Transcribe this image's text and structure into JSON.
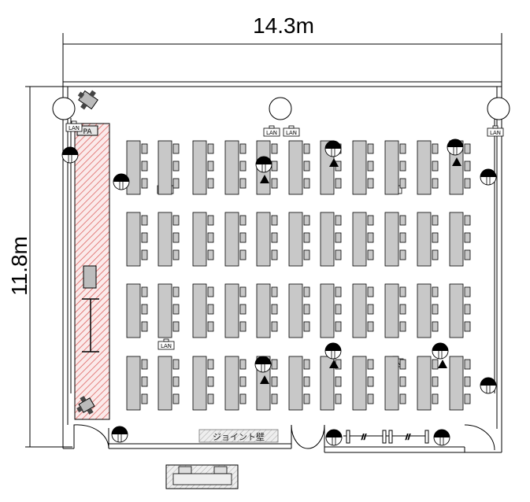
{
  "dimensions": {
    "width": "14.3m",
    "depth": "11.8m"
  },
  "labels": {
    "pa": "PA",
    "lan": "LAN",
    "joint_wall": "ジョイント壁"
  },
  "colors": {
    "hatch": "#d9534f",
    "table": "#c8c8c8",
    "line": "#000000"
  },
  "layout": {
    "table_rows": 4,
    "table_columns": 11,
    "seats_per_table": 3
  },
  "icons": [
    "speaker-icon",
    "ceiling-light-icon",
    "projector-triangle-icon",
    "lan-outlet-icon",
    "door-swing-icon"
  ]
}
